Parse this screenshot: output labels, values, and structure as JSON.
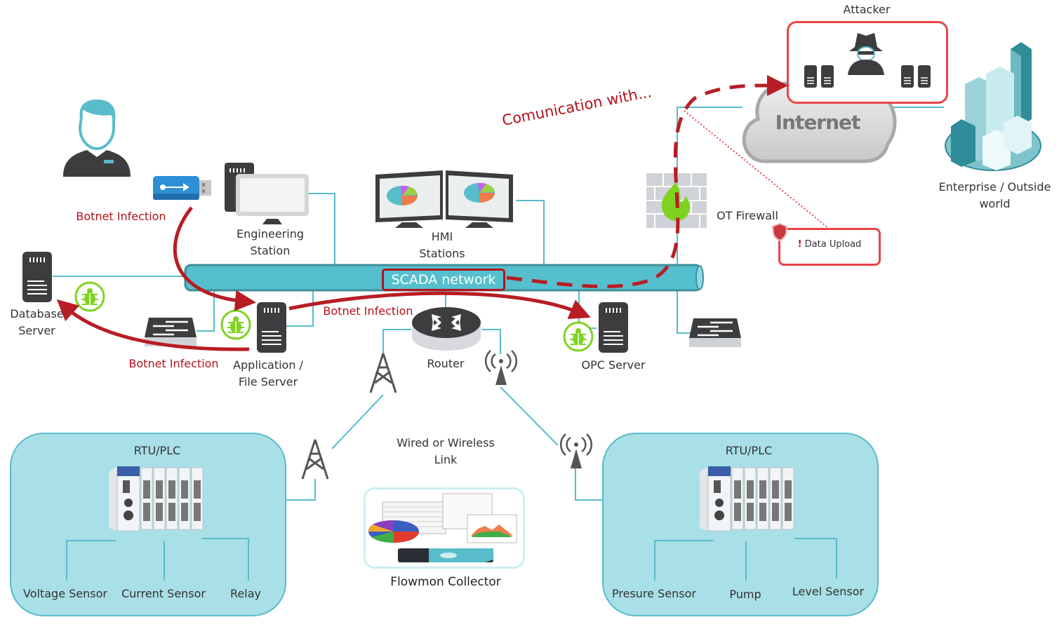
{
  "diagram": {
    "type": "SCADA network attack diagram",
    "colors": {
      "link": "#58bccb",
      "attack": "#b81d24",
      "alert": "#e84448",
      "bug": "#7ed321",
      "device_dark": "#3d3d3f",
      "zone_fill": "#a9dfe6",
      "bus_fill": "#56bfcd"
    }
  },
  "attacker": {
    "label": "Attacker",
    "icon": "spy-icon"
  },
  "internet": {
    "label": "Internet",
    "icon": "cloud-icon"
  },
  "enterprise": {
    "label_line1": "Enterprise / Outside",
    "label_line2": "world",
    "icon": "buildings-icon"
  },
  "communication": {
    "label": "Comunication with..."
  },
  "firewall": {
    "label": "OT Firewall",
    "icon": "firewall-icon"
  },
  "data_upload": {
    "mark": "!",
    "label": "Data Upload",
    "icon": "shield-icon"
  },
  "operator": {
    "icon": "user-icon"
  },
  "usb": {
    "icon": "usb-icon",
    "infection_label": "Botnet Infection"
  },
  "engineering_station": {
    "label_line1": "Engineering",
    "label_line2": "Station"
  },
  "hmi": {
    "label_line1": "HMI",
    "label_line2": "Stations"
  },
  "scada_network": {
    "label": "SCADA network"
  },
  "database_server": {
    "label_line1": "Database",
    "label_line2": "Server"
  },
  "app_server": {
    "label_line1": "Application /",
    "label_line2": "File Server"
  },
  "infections": {
    "app_to_opc": "Botnet Infection",
    "app_to_db": "Botnet Infection"
  },
  "router": {
    "label": "Router"
  },
  "opc_server": {
    "label": "OPC Server"
  },
  "link_label": {
    "line1": "Wired or Wireless",
    "line2": "Link"
  },
  "flowmon": {
    "label": "Flowmon Collector"
  },
  "rtu_left": {
    "title": "RTU/PLC",
    "devices": [
      "Voltage Sensor",
      "Current Sensor",
      "Relay"
    ]
  },
  "rtu_right": {
    "title": "RTU/PLC",
    "devices": [
      "Presure Sensor",
      "Pump",
      "Level Sensor"
    ]
  }
}
